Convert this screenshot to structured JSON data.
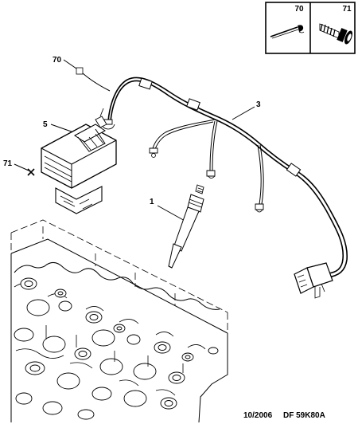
{
  "diagram": {
    "inset_labels": {
      "clip": "70",
      "screw": "71"
    },
    "callouts": {
      "clip": "70",
      "relay_box": "5",
      "screw": "71",
      "harness": "3",
      "glow_plug": "1"
    },
    "footer": {
      "date": "10/2006",
      "reference": "DF 59K80A"
    },
    "icons": [
      "cable-tie-icon",
      "screw-icon"
    ]
  }
}
